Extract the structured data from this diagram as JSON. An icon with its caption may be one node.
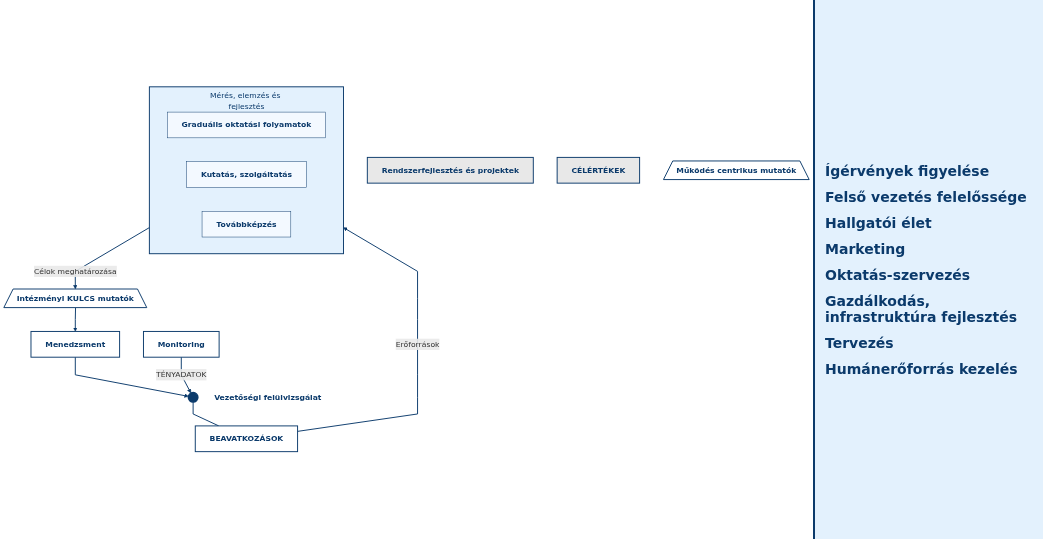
{
  "diagram": {
    "nodes": [
      {
        "text": [
          "Rendszerfejlesztés és projektek"
        ]
      },
      {
        "text": [
          "CÉLÉRTÉKEK"
        ]
      },
      {
        "text": [
          "BEAVATKOZÁSOK"
        ]
      },
      {
        "text": [],
        "shape": "circle",
        "beside": [
          "Vezetőségi felülvizsgálat"
        ]
      },
      {
        "text": [
          "Menedzsment"
        ]
      },
      {
        "text": [
          "Monitoring"
        ]
      },
      {
        "text": [
          "Mérés, elemzés és fejlesztés"
        ]
      },
      {
        "text": [
          "Graduális oktatási folyamatok"
        ],
        "in": 6
      },
      {
        "text": [
          "Kutatás, szolgáltatás"
        ],
        "in": 6
      },
      {
        "text": [
          "Továbbképzés"
        ],
        "in": 6
      },
      {
        "text": [
          "Intézményi KULCS mutatók"
        ]
      },
      {
        "text": [
          "Működés centrikus mutatók"
        ]
      }
    ],
    "edges": [
      {
        "from": 4,
        "to": 3,
        "arrow": "to"
      },
      {
        "from": 5,
        "to": 3,
        "arrow": "to",
        "label": "TÉNYADATOK"
      },
      {
        "from": 3,
        "to": 2,
        "arrow": "none"
      },
      {
        "from": 2,
        "to": 6,
        "arrow": "to",
        "label": "Erőforrások"
      },
      {
        "from": 6,
        "to": 10,
        "arrow": "to",
        "label": "Célok meghatározása"
      },
      {
        "from": 10,
        "to": 4,
        "arrow": "to"
      }
    ],
    "labels": [
      "Ígérvények figyelése",
      "Felső vezetés felelőssége",
      "Hallgatói élet",
      "Marketing",
      "Oktatás-szervezés",
      "Gazdálkodás, infrastruktúra fejlesztés",
      "Tervezés",
      "Humánerőforrás kezelés"
    ]
  }
}
